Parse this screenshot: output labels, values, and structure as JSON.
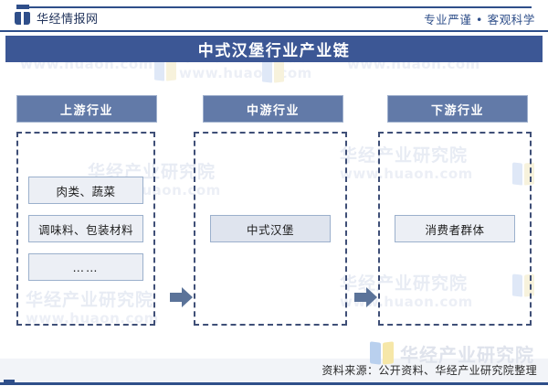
{
  "header": {
    "brand": "华经情报网",
    "brand_icon": "open-book-icon",
    "tagline": "专业严谨 • 客观科学"
  },
  "title": "中式汉堡行业产业链",
  "diagram": {
    "columns": [
      {
        "key": "upstream",
        "head": "上游行业",
        "nodes": [
          "肉类、蔬菜",
          "调味料、包装材料",
          "……"
        ]
      },
      {
        "key": "midstream",
        "head": "中游行业",
        "nodes": [
          "中式汉堡"
        ]
      },
      {
        "key": "downstream",
        "head": "下游行业",
        "nodes": [
          "消费者群体"
        ]
      }
    ],
    "arrows": [
      "arrow-right-icon",
      "arrow-right-icon"
    ]
  },
  "watermark": {
    "text_primary": "华经产业研究院",
    "text_secondary": "www.huaon.com",
    "logo_icon": "open-book-logo-icon"
  },
  "footer": {
    "source": "资料来源：公开资料、华经产业研究院整理",
    "logo_text": "华经产业研究院"
  },
  "colors": {
    "brand_blue": "#2f4f8a",
    "title_bar": "#3c5795",
    "column_head": "#627aa8",
    "panel_dash": "#3f4f77",
    "node_fill": "#eceff5",
    "node_border": "#9bb0cc",
    "arrow": "#5b7399",
    "watermark": "#e8ecf4"
  }
}
